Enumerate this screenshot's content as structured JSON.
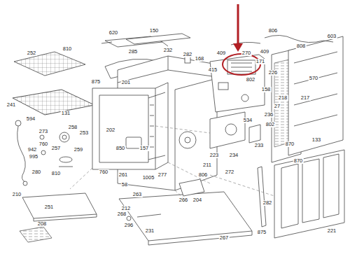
{
  "diagram": {
    "labels": [
      "620",
      "150",
      "806",
      "808",
      "603",
      "252",
      "810",
      "285",
      "232",
      "282",
      "168",
      "409",
      "270",
      "409",
      "415",
      "171",
      "226",
      "802",
      "158",
      "218",
      "217",
      "241",
      "131",
      "875",
      "201",
      "594",
      "273",
      "760",
      "258",
      "253",
      "942",
      "995",
      "257",
      "259",
      "280",
      "810",
      "202",
      "850",
      "157",
      "277",
      "1005",
      "760",
      "261",
      "58",
      "210",
      "251",
      "208",
      "263",
      "212",
      "268",
      "296",
      "231",
      "266",
      "204",
      "806",
      "211",
      "272",
      "234",
      "223",
      "233",
      "534",
      "236",
      "570",
      "27",
      "802",
      "870",
      "870",
      "133",
      "282",
      "875",
      "221",
      "267"
    ]
  }
}
